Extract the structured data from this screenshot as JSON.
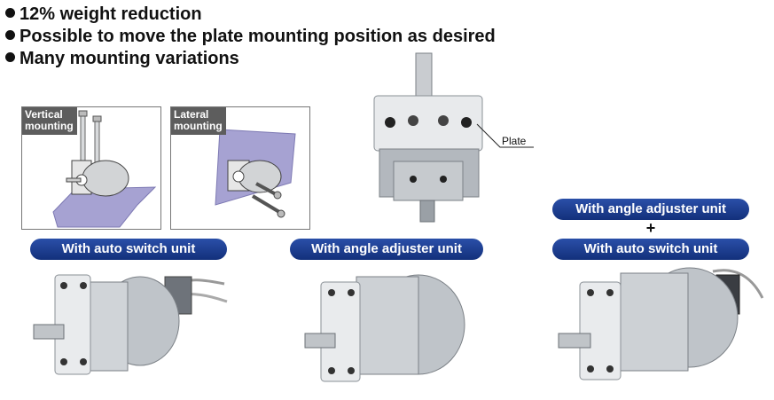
{
  "bullets": [
    "12% weight reduction",
    "Possible to move the plate mounting position as desired",
    "Many mounting variations"
  ],
  "insets": {
    "vertical_label": "Vertical\nmounting",
    "lateral_label": "Lateral\nmounting"
  },
  "callout": {
    "plate_label": "Plate"
  },
  "badges": {
    "auto_switch": "With auto switch unit",
    "angle_adjuster": "With angle adjuster unit",
    "combo_top": "With angle adjuster unit",
    "combo_plus": "+",
    "combo_bottom": "With auto switch unit"
  },
  "colors": {
    "badge_blue": "#1a3a8c",
    "mount_surface": "#a6a2d2",
    "metal_light": "#cfd3d6",
    "metal_dark": "#8a9096"
  }
}
